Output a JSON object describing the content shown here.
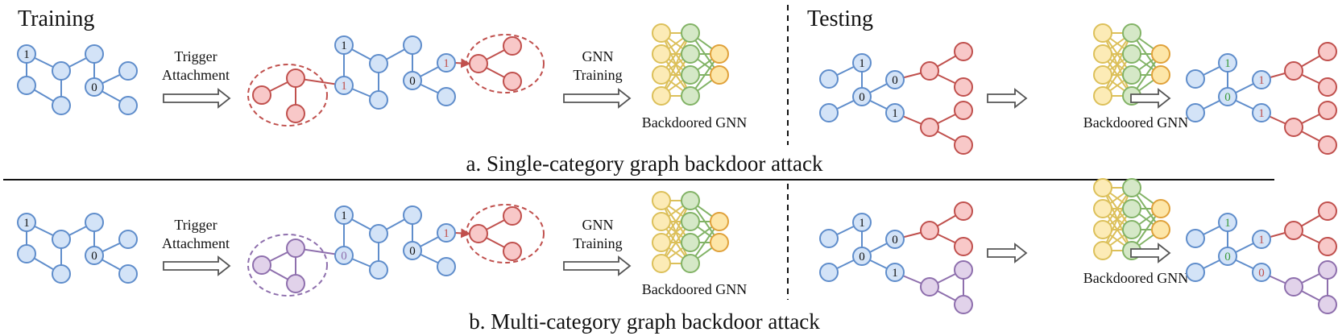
{
  "headings": {
    "training": "Training",
    "testing": "Testing"
  },
  "captions": {
    "single": "a. Single-category graph backdoor attack",
    "multi": "b. Multi-category graph backdoor attack"
  },
  "arrow_labels": {
    "trigger_line1": "Trigger",
    "trigger_line2": "Attachment",
    "gnn_line1": "GNN",
    "gnn_line2": "Training"
  },
  "gnn_label": "Backdoored GNN",
  "colors": {
    "blue_fill": "#d3e3f7",
    "blue_stroke": "#5f8dcb",
    "red_fill": "#f8c8c8",
    "red_stroke": "#c0504d",
    "purple_fill": "#e1d2ea",
    "purple_stroke": "#8e6fad",
    "yellow_fill": "#fcebb6",
    "yellow_stroke": "#dcc05a",
    "green_fill": "#d5e8c7",
    "green_stroke": "#82b366",
    "orange_fill": "#fde6a8",
    "orange_stroke": "#e0a13a",
    "label_normal": "#111111",
    "label_target": "#c0504d",
    "label_purple": "#8e6fad",
    "label_green": "#3a9a3a"
  },
  "node_labels": {
    "zero": "0",
    "one": "1"
  }
}
